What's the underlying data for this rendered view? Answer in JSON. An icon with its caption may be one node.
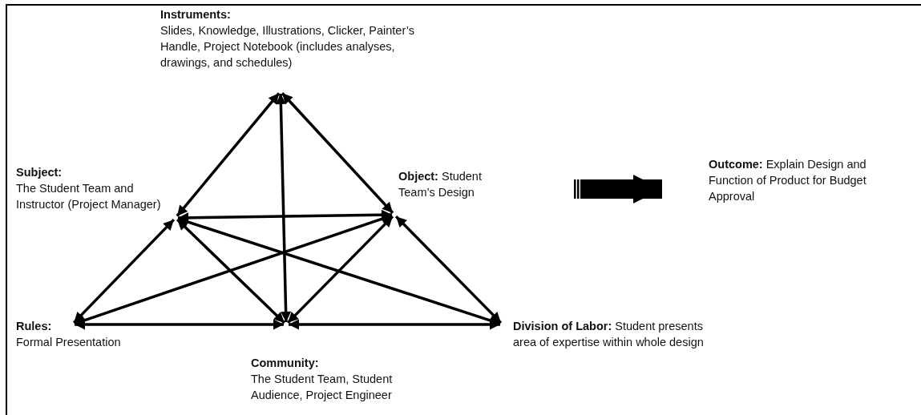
{
  "diagram": {
    "nodes": [
      {
        "text": [
          "Instruments:",
          "Slides, Knowledge, Illustrations, Clicker, Painter’s Handle, Project Notebook (includes analyses, drawings, and schedules)"
        ]
      },
      {
        "text": [
          "Subject:",
          "The Student Team and Instructor (Project Manager)"
        ]
      },
      {
        "text": [
          "**Object:** Student Team’s Design"
        ]
      },
      {
        "text": [
          "**Outcome:** Explain Design and Function of Product for Budget Approval"
        ]
      },
      {
        "text": [
          "Rules:",
          "Formal Presentation"
        ]
      },
      {
        "text": [
          "Community:",
          "The Student Team, Student Audience, Project Engineer"
        ]
      },
      {
        "text": [
          "**Division of Labor:** Student presents area of expertise within whole design"
        ]
      }
    ],
    "edges": [
      {
        "from": 0,
        "to": 1,
        "arrow": "both"
      },
      {
        "from": 0,
        "to": 2,
        "arrow": "both"
      },
      {
        "from": 0,
        "to": 5,
        "arrow": "both"
      },
      {
        "from": 1,
        "to": 2,
        "arrow": "both"
      },
      {
        "from": 1,
        "to": 4,
        "arrow": "both"
      },
      {
        "from": 1,
        "to": 5,
        "arrow": "both"
      },
      {
        "from": 1,
        "to": 6,
        "arrow": "both"
      },
      {
        "from": 2,
        "to": 4,
        "arrow": "both"
      },
      {
        "from": 2,
        "to": 5,
        "arrow": "both"
      },
      {
        "from": 2,
        "to": 6,
        "arrow": "both"
      },
      {
        "from": 4,
        "to": 5,
        "arrow": "both"
      },
      {
        "from": 5,
        "to": 6,
        "arrow": "both"
      },
      {
        "from": null,
        "to": 3,
        "arrow": "to",
        "style": "thick"
      }
    ]
  }
}
